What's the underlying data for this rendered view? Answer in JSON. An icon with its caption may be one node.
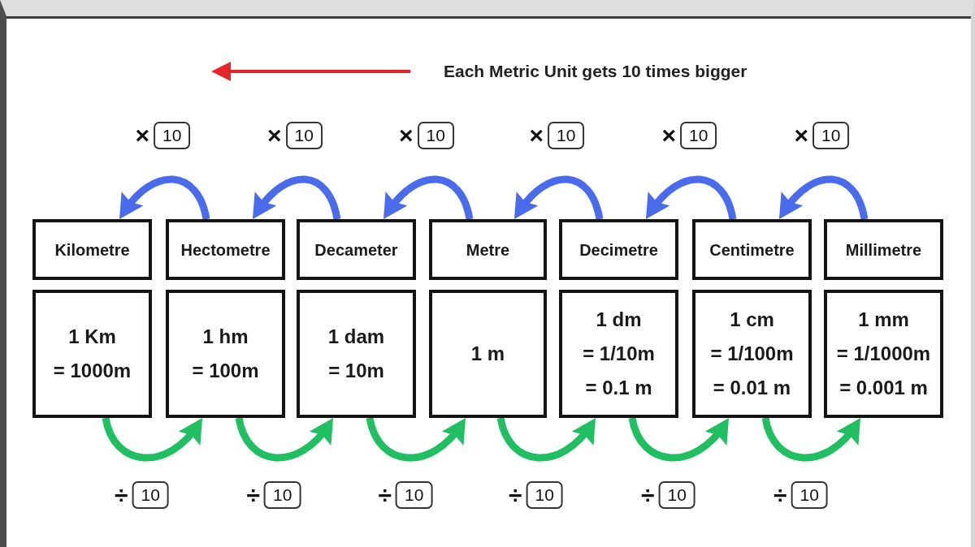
{
  "diagram": {
    "nodes": [
      {
        "text": [
          "Kilometre"
        ]
      },
      {
        "text": [
          "Hectometre"
        ]
      },
      {
        "text": [
          "Decameter"
        ]
      },
      {
        "text": [
          "Metre"
        ]
      },
      {
        "text": [
          "Decimetre"
        ]
      },
      {
        "text": [
          "Centimetre"
        ]
      },
      {
        "text": [
          "Millimetre"
        ]
      },
      {
        "text": [
          "1 Km",
          "= 1000m"
        ]
      },
      {
        "text": [
          "1 hm",
          "= 100m"
        ]
      },
      {
        "text": [
          "1 dam",
          "= 10m"
        ]
      },
      {
        "text": [
          "1 m"
        ]
      },
      {
        "text": [
          "1 dm",
          "= 1/10m",
          "= 0.1 m"
        ]
      },
      {
        "text": [
          "1 cm",
          "= 1/100m",
          "= 0.01 m"
        ]
      },
      {
        "text": [
          "1 mm",
          "= 1/1000m",
          "= 0.001 m"
        ]
      }
    ],
    "edges": [
      {
        "from": 1,
        "to": 0,
        "arrow": "to",
        "label": "× 10",
        "color": "#4a6cec"
      },
      {
        "from": 2,
        "to": 1,
        "arrow": "to",
        "label": "× 10",
        "color": "#4a6cec"
      },
      {
        "from": 3,
        "to": 2,
        "arrow": "to",
        "label": "× 10",
        "color": "#4a6cec"
      },
      {
        "from": 4,
        "to": 3,
        "arrow": "to",
        "label": "× 10",
        "color": "#4a6cec"
      },
      {
        "from": 5,
        "to": 4,
        "arrow": "to",
        "label": "× 10",
        "color": "#4a6cec"
      },
      {
        "from": 6,
        "to": 5,
        "arrow": "to",
        "label": "× 10",
        "color": "#4a6cec"
      },
      {
        "from": 7,
        "to": 8,
        "arrow": "to",
        "label": "÷ 10",
        "color": "#1fbf62"
      },
      {
        "from": 8,
        "to": 9,
        "arrow": "to",
        "label": "÷ 10",
        "color": "#1fbf62"
      },
      {
        "from": 9,
        "to": 10,
        "arrow": "to",
        "label": "÷ 10",
        "color": "#1fbf62"
      },
      {
        "from": 10,
        "to": 11,
        "arrow": "to",
        "label": "÷ 10",
        "color": "#1fbf62"
      },
      {
        "from": 11,
        "to": 12,
        "arrow": "to",
        "label": "÷ 10",
        "color": "#1fbf62"
      },
      {
        "from": 12,
        "to": 13,
        "arrow": "to",
        "label": "÷ 10",
        "color": "#1fbf62"
      }
    ],
    "labels": [
      "Each Metric Unit gets 10 times bigger"
    ]
  }
}
